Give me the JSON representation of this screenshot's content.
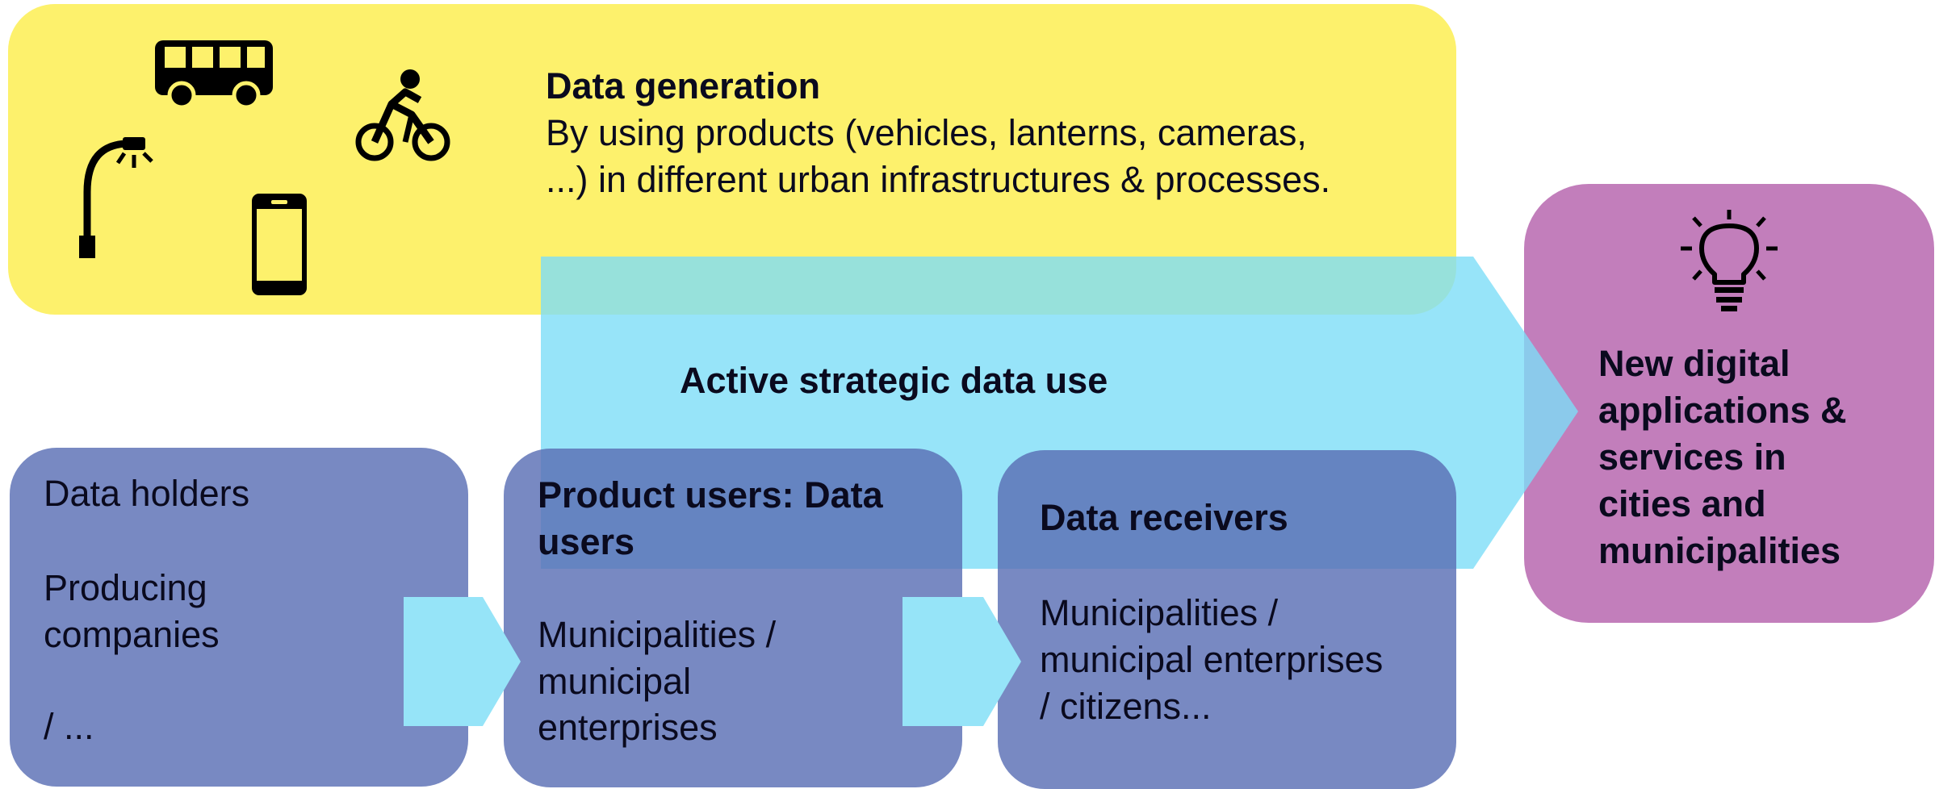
{
  "data_generation": {
    "title": "Data generation",
    "line1": "By using products (vehicles, lanterns, cameras,",
    "line2": "...) in different urban infrastructures & processes."
  },
  "arrow": {
    "label": "Active strategic data use"
  },
  "result": {
    "lines": [
      "New digital",
      "applications &",
      "services in",
      "cities and",
      "municipalities"
    ]
  },
  "holders": {
    "title": "Data holders",
    "line1": "Producing",
    "line2": "companies",
    "line3": "/ ..."
  },
  "users": {
    "title1": "Product users: Data",
    "title2": "users",
    "line1": "Municipalities /",
    "line2": "municipal",
    "line3": "enterprises"
  },
  "receivers": {
    "title": "Data receivers",
    "line1": "Municipalities /",
    "line2": "municipal enterprises",
    "line3": "/ citizens..."
  },
  "icons": [
    "bus-icon",
    "bicycle-icon",
    "street-lamp-icon",
    "smartphone-icon",
    "lightbulb-icon"
  ],
  "colors": {
    "yellow": "#fdf16c",
    "cyan": "#8fe0f8",
    "purple": "#c27ebb",
    "blue": "#5a6fb4"
  }
}
